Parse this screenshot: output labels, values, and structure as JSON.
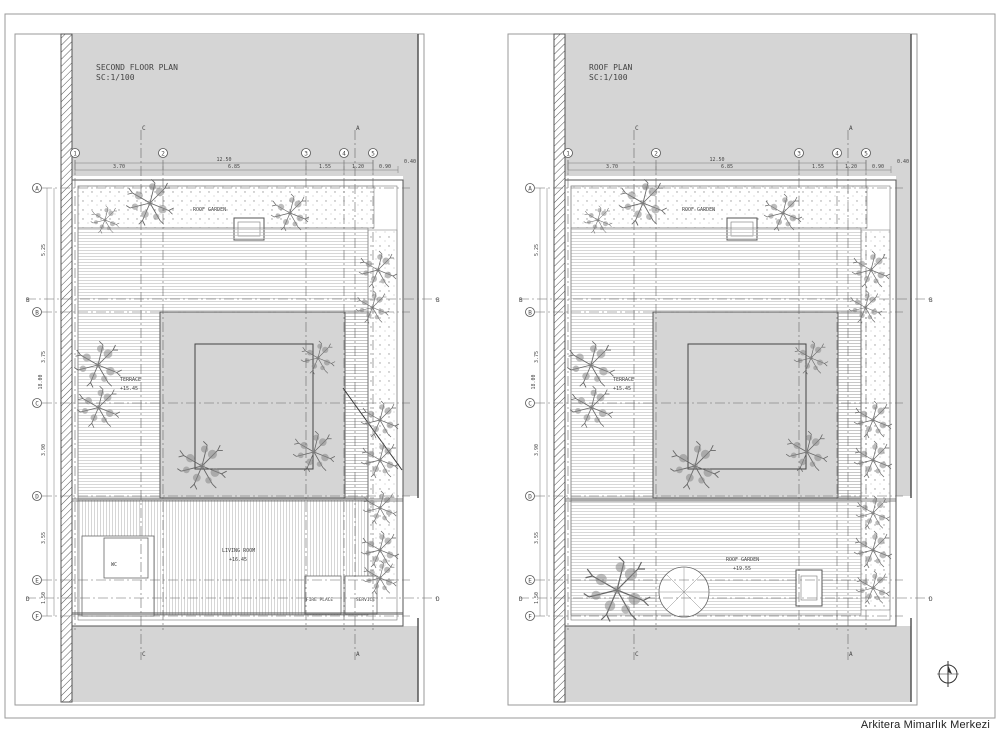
{
  "left_plan": {
    "title": "SECOND FLOOR PLAN",
    "scale": "SC:1/100",
    "columns": [
      "1",
      "2",
      "3",
      "4",
      "5"
    ],
    "rows": [
      "A",
      "B",
      "C",
      "D",
      "E",
      "F"
    ],
    "top_dims": [
      "3.70",
      "6.85",
      "1.55",
      "1.20",
      "0.90"
    ],
    "total_dim": "12.50",
    "edge_dim": "0.40",
    "left_dims": [
      "5.25",
      "3.75",
      "3.90",
      "3.55",
      "1.50"
    ],
    "total_left_dim": "18.00",
    "section_c": "C",
    "section_a": "A",
    "section_b": "B",
    "section_d": "D",
    "rooms": {
      "roof_garden": "ROOF GARDEN",
      "terrace": "TERRACE",
      "terrace_level": "+15.45",
      "living_room": "LIVING ROOM",
      "living_level": "+16.45",
      "fire_place": "FIRE PLACE",
      "service": "SERVICE",
      "wc": "WC"
    }
  },
  "right_plan": {
    "title": "ROOF PLAN",
    "scale": "SC:1/100",
    "columns": [
      "1",
      "2",
      "3",
      "4",
      "5"
    ],
    "rows": [
      "A",
      "B",
      "C",
      "D",
      "E",
      "F"
    ],
    "top_dims": [
      "3.70",
      "6.85",
      "1.55",
      "1.20",
      "0.90"
    ],
    "total_dim": "12.50",
    "edge_dim": "0.40",
    "left_dims": [
      "5.25",
      "3.75",
      "3.90",
      "3.55",
      "1.50"
    ],
    "total_left_dim": "18.00",
    "section_c": "C",
    "section_a": "A",
    "section_b": "B",
    "section_d": "D",
    "rooms": {
      "roof_garden": "ROOF GARDEN",
      "terrace": "TERRACE",
      "terrace_level": "+15.45",
      "roof_garden_2": "ROOF GARDEN",
      "roof_level": "+19.55"
    }
  },
  "caption": "Arkitera Mimarlık Merkezi",
  "colors": {
    "fill_gray": "#d5d5d5",
    "line": "#555555",
    "hatch": "#b0b0b0"
  }
}
